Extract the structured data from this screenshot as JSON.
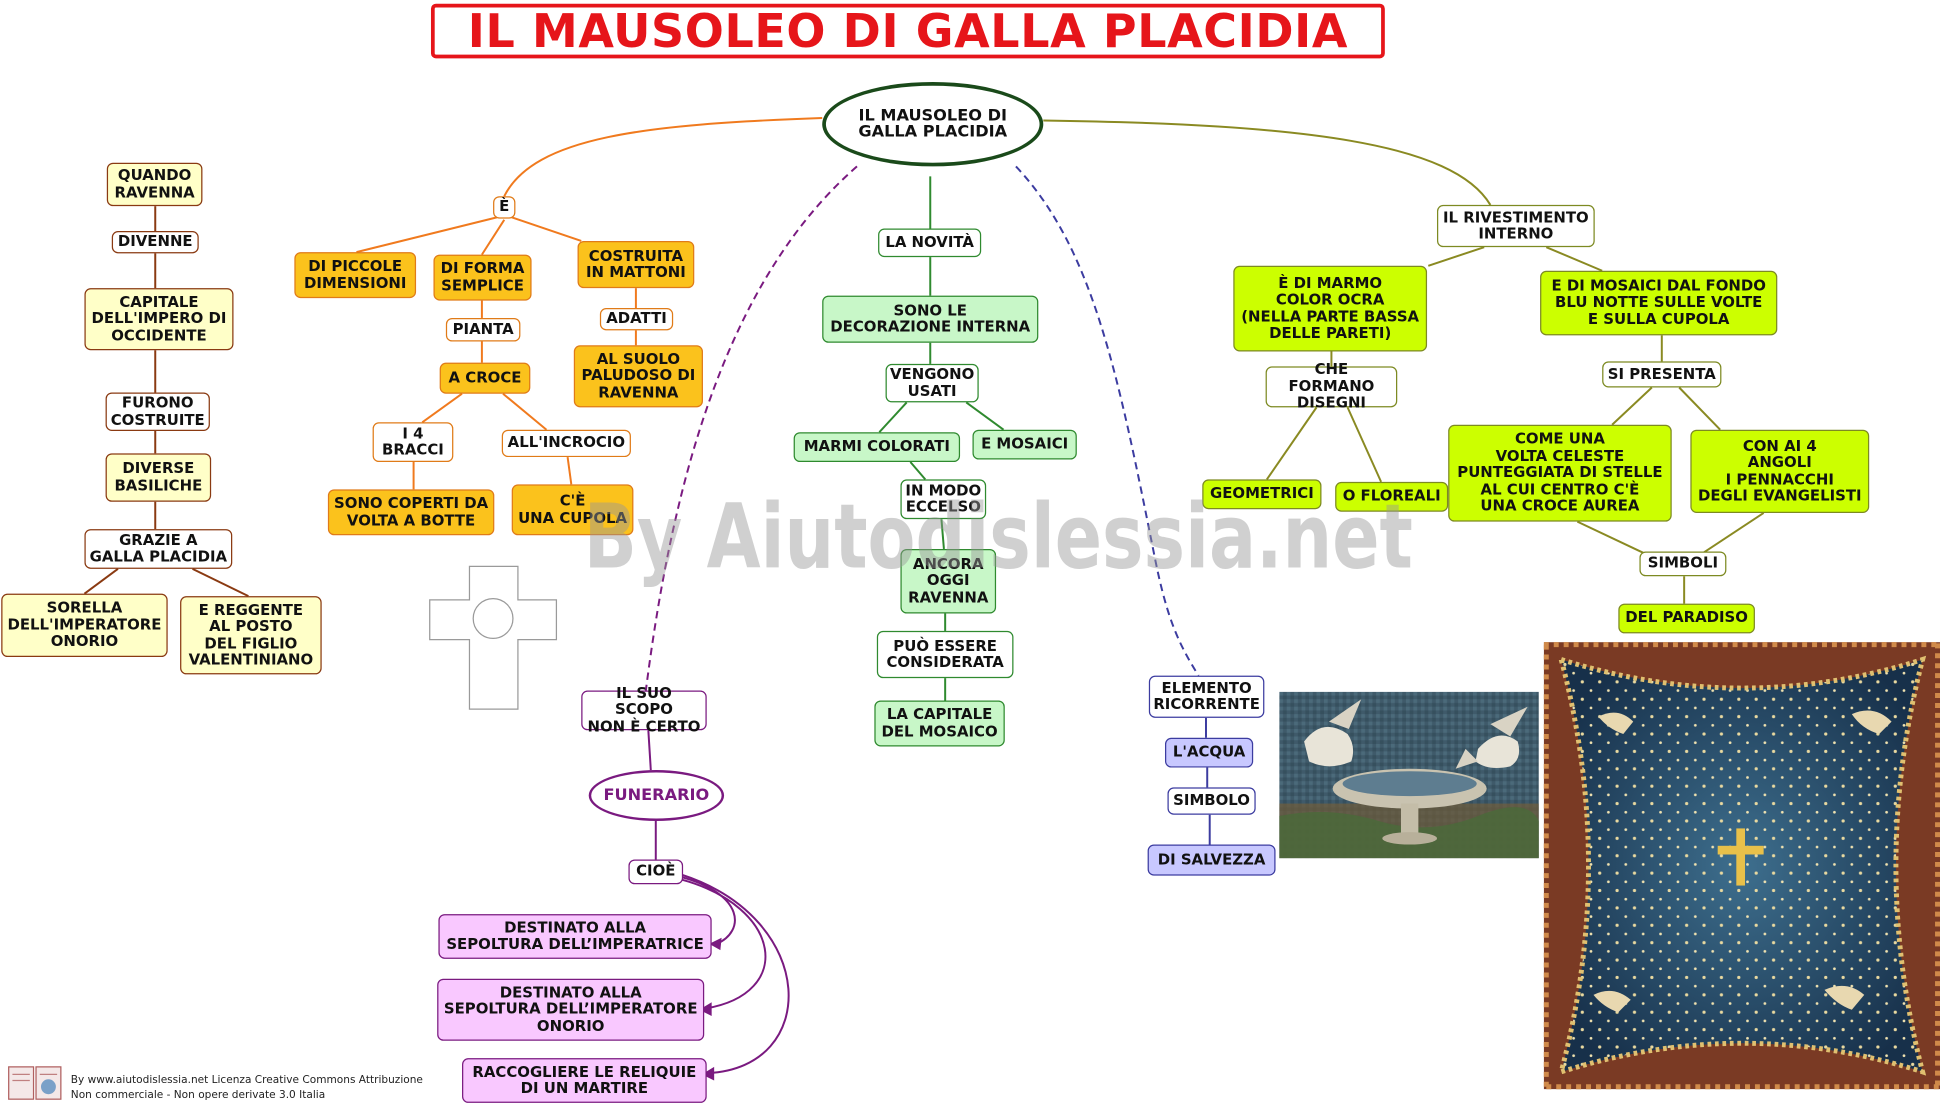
{
  "title": "IL MAUSOLEO DI GALLA PLACIDIA",
  "watermark": "By Aiutodislessia.net",
  "footer": {
    "line1": "By www.aiutodislessia.net Licenza Creative Commons Attribuzione",
    "line2": "Non commerciale - Non opere derivate 3.0 Italia"
  },
  "nodes": {
    "center": "IL MAUSOLEO DI\nGALLA PLACIDIA",
    "quando_ravenna": "QUANDO\nRAVENNA",
    "divenne": "DIVENNE",
    "capitale": "CAPITALE\nDELL'IMPERO DI\nOCCIDENTE",
    "furono_costruite": "FURONO\nCOSTRUITE",
    "diverse_basiliche": "DIVERSE\nBASILICHE",
    "grazie_a": "GRAZIE A\nGALLA PLACIDIA",
    "sorella": "SORELLA\nDELL'IMPERATORE\nONORIO",
    "reggente": "E REGGENTE\nAL POSTO\nDEL FIGLIO\nVALENTINIANO",
    "e": "È",
    "piccole": "DI PICCOLE\nDIMENSIONI",
    "forma_semplice": "DI FORMA\nSEMPLICE",
    "mattoni": "COSTRUITA\nIN MATTONI",
    "pianta": "PIANTA",
    "a_croce": "A  CROCE",
    "adatti": "ADATTI",
    "suolo": "AL SUOLO\nPALUDOSO DI\nRAVENNA",
    "bracci": "I 4\nBRACCI",
    "incrocio": "ALL'INCROCIO",
    "coperti": "SONO COPERTI DA\nVOLTA A BOTTE",
    "cupola": "C'È\nUNA CUPOLA",
    "novita": "LA NOVITÀ",
    "decorazione": "SONO LE\nDECORAZIONE  INTERNA",
    "vengono_usati": "VENGONO\nUSATI",
    "marmi": "MARMI COLORATI",
    "mosaici": "E MOSAICI",
    "modo_eccelso": "IN MODO\nECCELSO",
    "ancora_oggi": "ANCORA\nOGGI\nRAVENNA",
    "puo_essere": "PUÒ ESSERE\nCONSIDERATA",
    "capitale_mosaico": "LA CAPITALE\nDEL MOSAICO",
    "scopo": "IL SUO SCOPO\nNON È CERTO",
    "funerario": "FUNERARIO",
    "cioe": "CIOÈ",
    "imperatrice": "DESTINATO ALLA\nSEPOLTURA DELL’IMPERATRICE",
    "imperatore": "DESTINATO ALLA\nSEPOLTURA DELL’IMPERATORE\nONORIO",
    "reliquie": "RACCOGLIERE LE RELIQUIE\nDI UN MARTIRE",
    "elemento": "ELEMENTO\nRICORRENTE",
    "acqua": "L'ACQUA",
    "simbolo": "SIMBOLO",
    "salvezza": "DI  SALVEZZA",
    "rivestimento": "IL RIVESTIMENTO\nINTERNO",
    "marmo_ocra": "È DI  MARMO\nCOLOR OCRA\n(NELLA PARTE BASSA\nDELLE PARETI)",
    "mosaici_fondo": "E DI MOSAICI DAL FONDO\nBLU NOTTE SULLE VOLTE\nE SULLA CUPOLA",
    "formano": "CHE FORMANO\nDISEGNI",
    "si_presenta": "SI PRESENTA",
    "geometrici": "GEOMETRICI",
    "floreali": "O FLOREALI",
    "volta_celeste": "COME UNA\nVOLTA CELESTE\nPUNTEGGIATA DI STELLE\nAL CUI CENTRO C'È\nUNA CROCE AUREA",
    "angoli": "CON AI 4\nANGOLI\nI PENNACCHI\nDEGLI EVANGELISTI",
    "simboli": "SIMBOLI",
    "paradiso": "DEL PARADISO"
  },
  "colors": {
    "title": "#e6151a",
    "orange_branch": "#f07a1e",
    "green_branch": "#2f8a2f",
    "olive_branch": "#8a8a22",
    "purple_branch": "#7a1a80",
    "blue_branch": "#3c3ca0",
    "brown_branch": "#8a3a12"
  }
}
